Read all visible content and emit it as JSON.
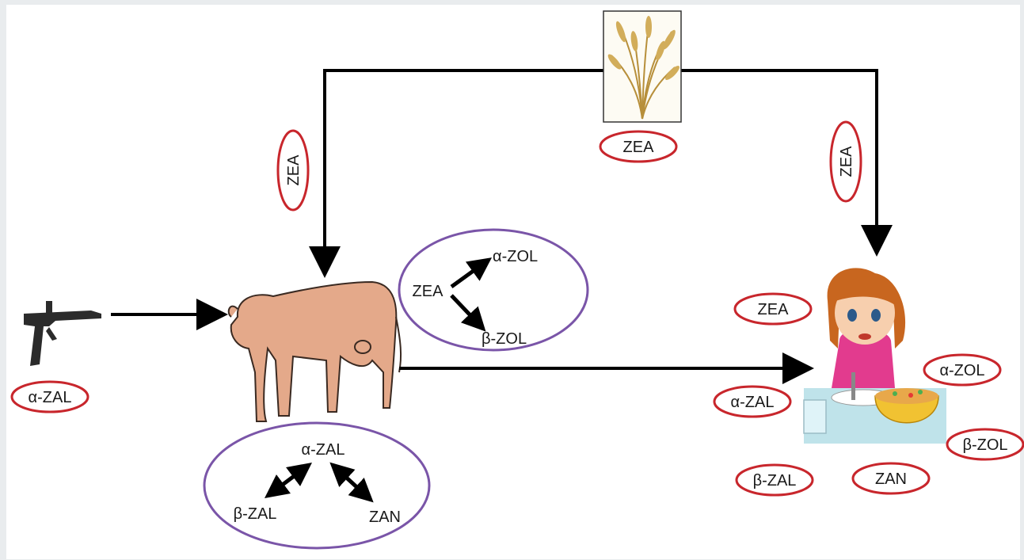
{
  "source": {
    "label": "ZEA"
  },
  "paths": {
    "left_label": "ZEA",
    "right_label": "ZEA"
  },
  "implant": {
    "label": "α-ZAL"
  },
  "animal_metabolism": {
    "parent": "ZEA",
    "products": [
      "α-ZOL",
      "β-ZOL"
    ]
  },
  "implant_metabolism": {
    "parent": "α-ZAL",
    "products": [
      "β-ZAL",
      "ZAN"
    ]
  },
  "child_exposure": {
    "labels": [
      "ZEA",
      "α-ZOL",
      "α-ZAL",
      "β-ZOL",
      "β-ZAL",
      "ZAN"
    ]
  },
  "colors": {
    "red_ellipse": "#c8262c",
    "purple_ellipse": "#7a55a8",
    "arrow": "#000000",
    "background": "#ffffff",
    "page": "#e9ecee"
  },
  "icons": [
    "wheat-icon",
    "implant-gun-icon",
    "cow-icon",
    "child-eating-icon"
  ]
}
